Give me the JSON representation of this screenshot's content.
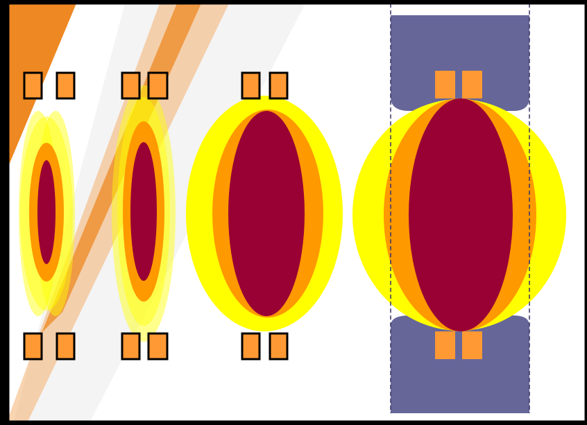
{
  "colors": {
    "background": "#000000",
    "panel": "#ffffff",
    "streak_orange": "#ee8822",
    "streak_light": "#f4b070",
    "streak_grey": "#e6e6e6",
    "yellow_halo": "#ffff00",
    "orange_layer": "#ff9900",
    "crimson_core": "#990033",
    "pad_fill": "#ff9933",
    "pad_outline": "#000000",
    "slate_block": "#666699",
    "guide_line": "#333366"
  },
  "stages": [
    {
      "id": "stage-1",
      "pads": "outlined",
      "halo": "faint",
      "guides": false
    },
    {
      "id": "stage-2",
      "pads": "outlined",
      "halo": "faint",
      "guides": false
    },
    {
      "id": "stage-3",
      "pads": "outlined",
      "halo": "solid",
      "guides": false
    },
    {
      "id": "stage-4",
      "pads": "plain",
      "halo": "solid",
      "guides": true
    }
  ]
}
